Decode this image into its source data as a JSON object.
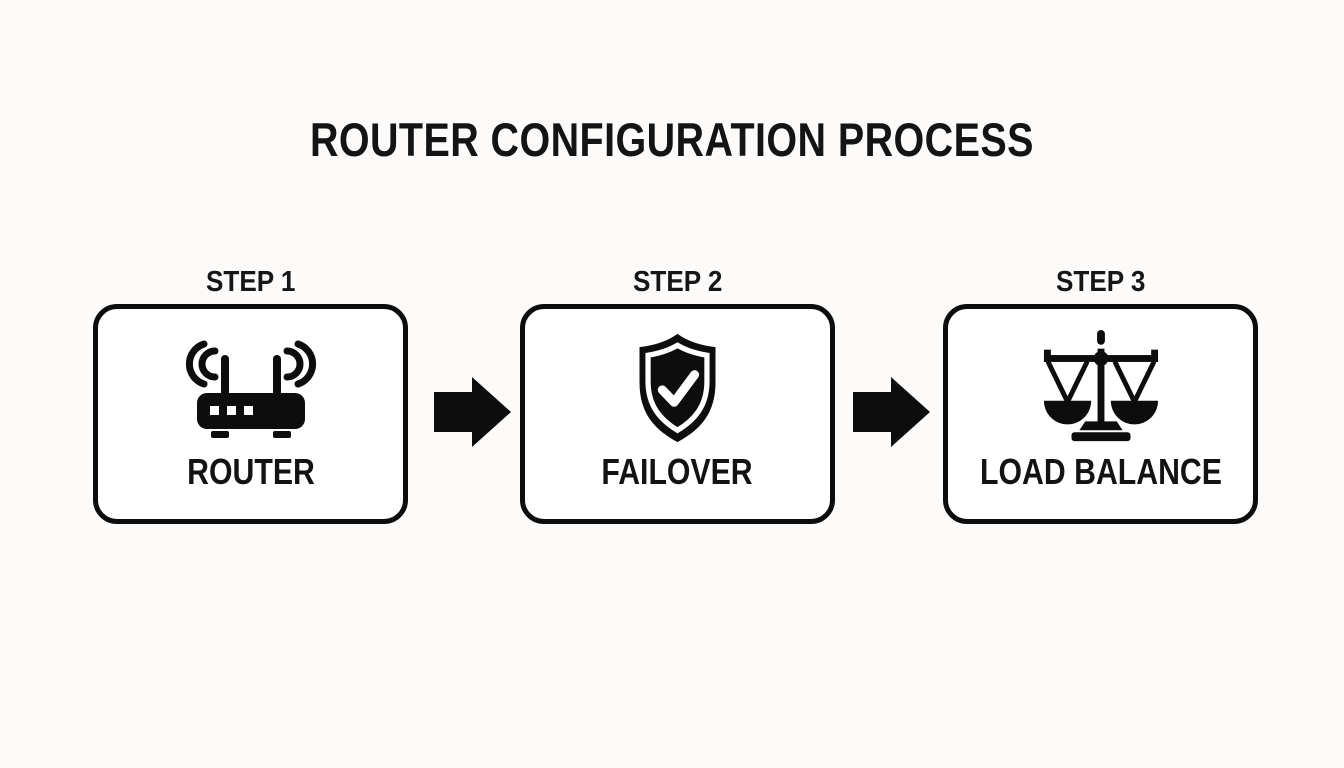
{
  "title": "ROUTER CONFIGURATION PROCESS",
  "steps": [
    {
      "step_label": "STEP 1",
      "name": "ROUTER",
      "icon": "router-icon"
    },
    {
      "step_label": "STEP 2",
      "name": "FAILOVER",
      "icon": "shield-check-icon"
    },
    {
      "step_label": "STEP 3",
      "name": "LOAD BALANCE",
      "icon": "balance-scale-icon"
    }
  ],
  "arrows": [
    {
      "icon": "arrow-right-icon",
      "direction": "right"
    },
    {
      "icon": "arrow-right-icon",
      "direction": "right"
    }
  ],
  "colors": {
    "background": "#fcfbfa",
    "box_fill": "#ffffff",
    "ink": "#0d0d0d"
  }
}
